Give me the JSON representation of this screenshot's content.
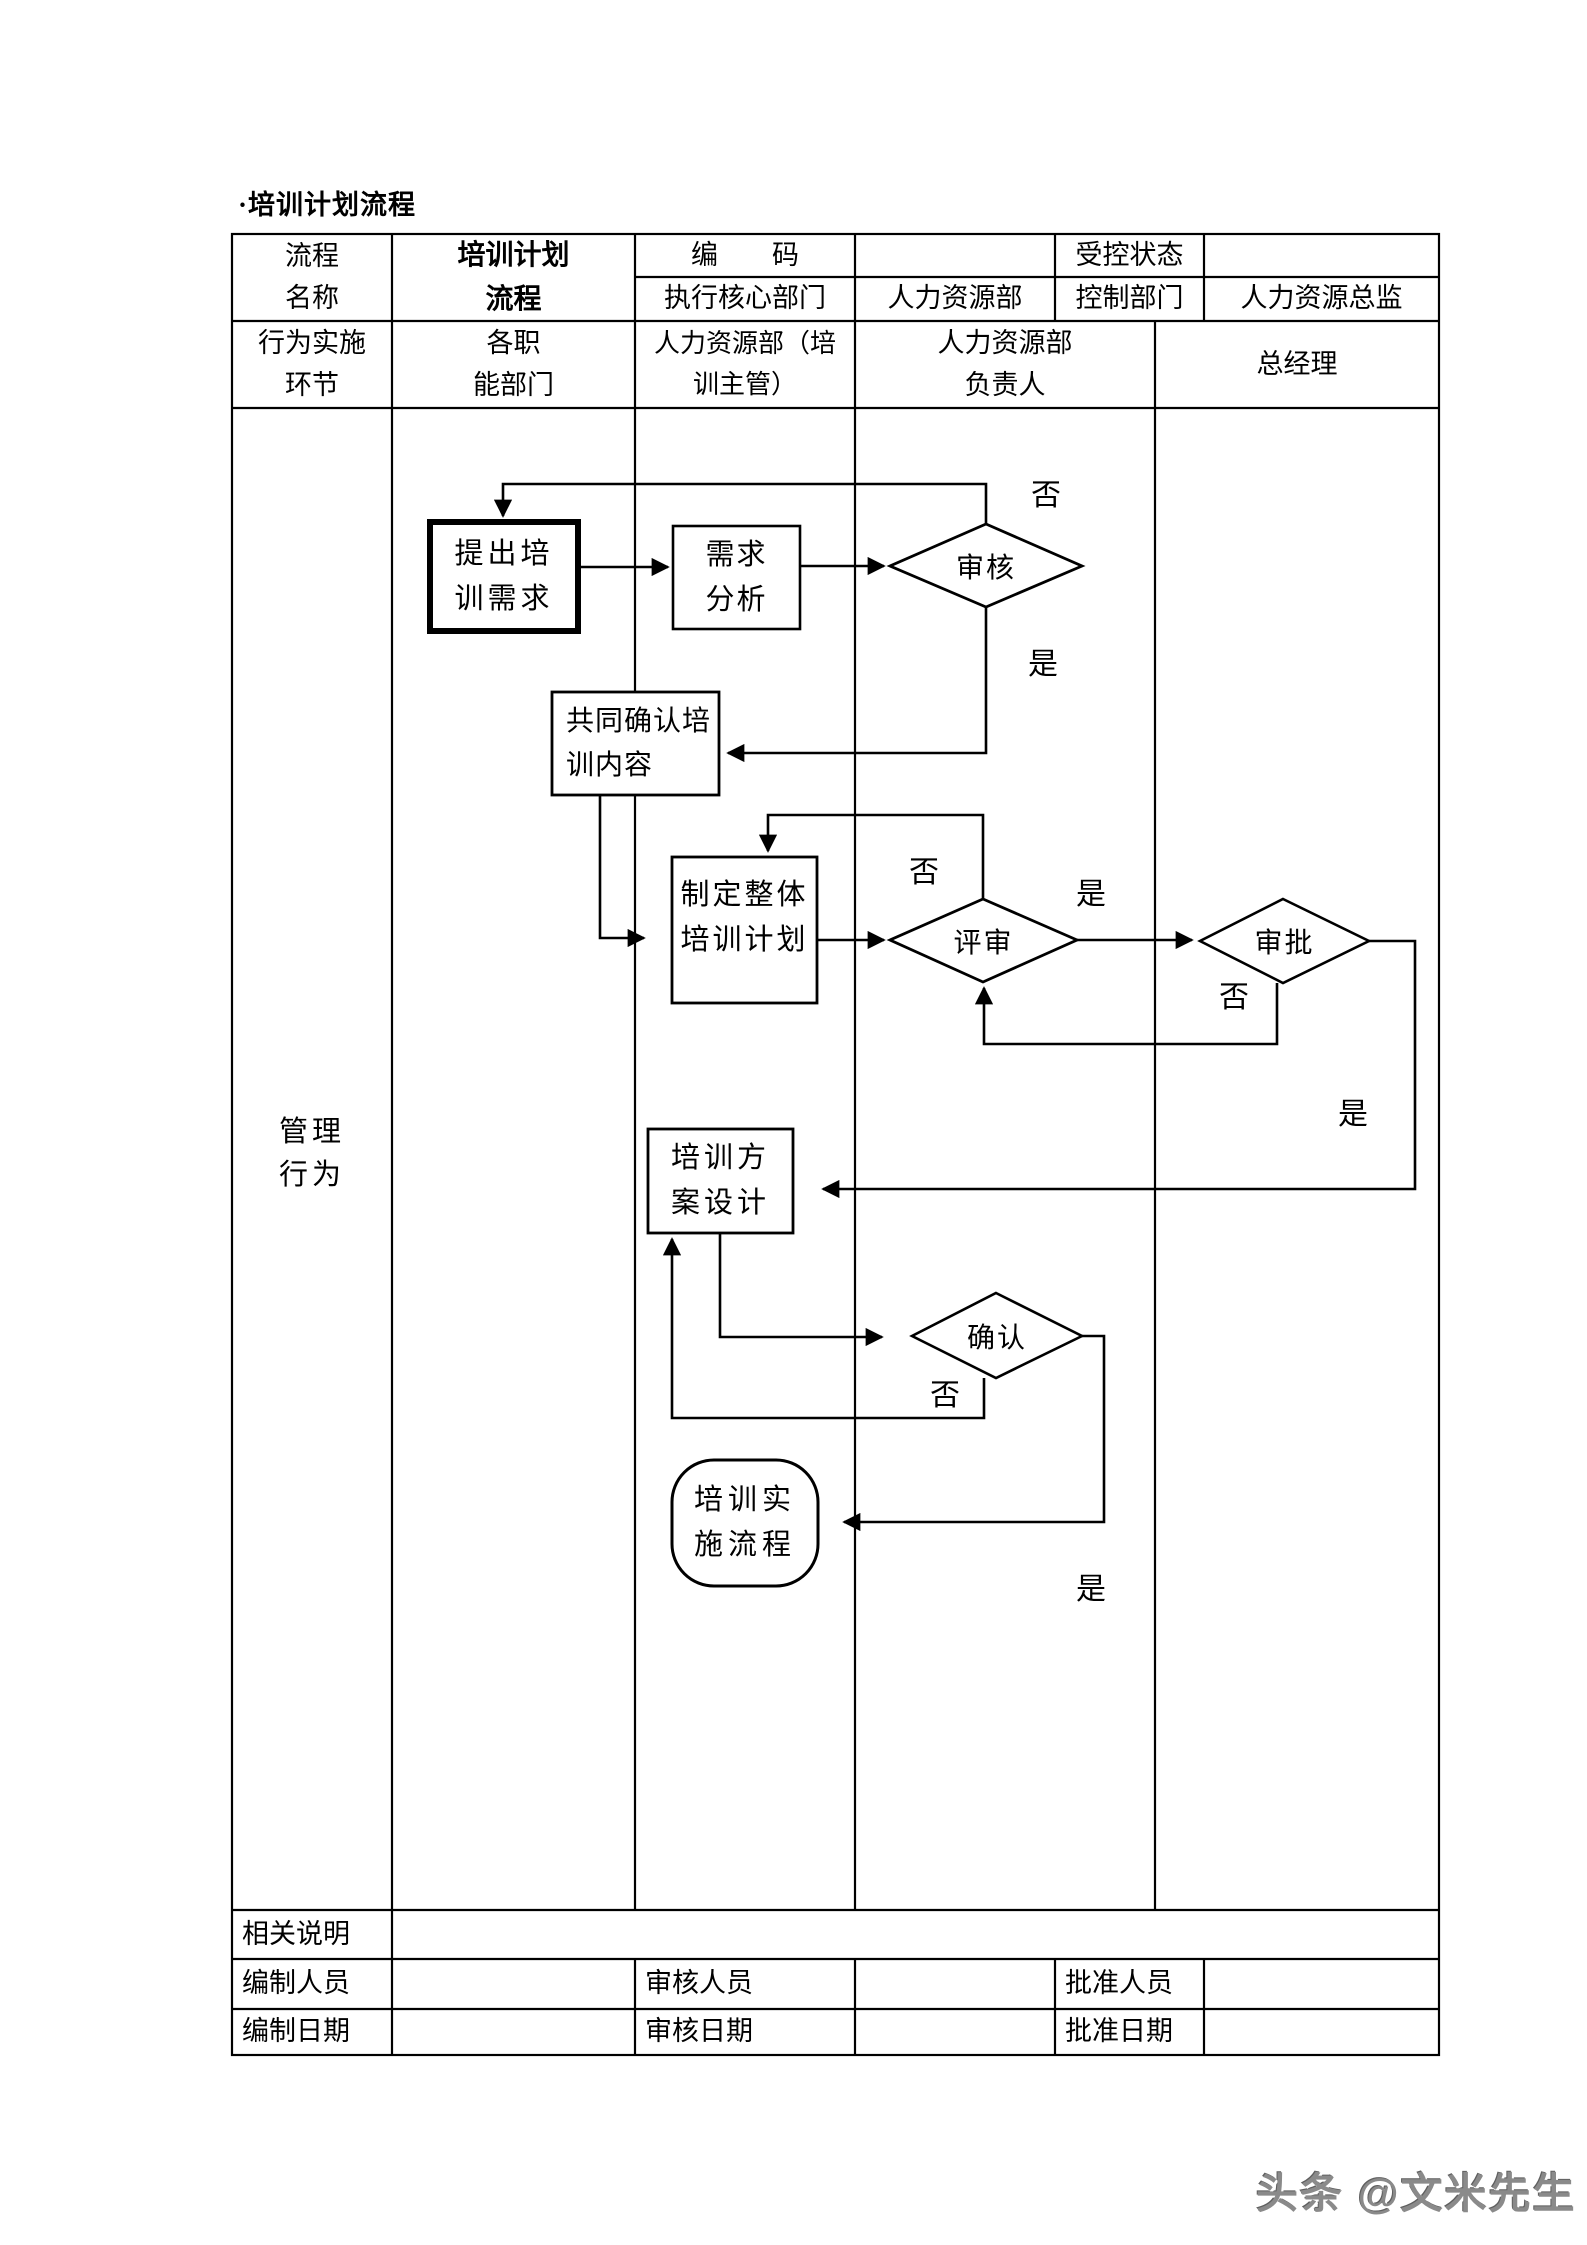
{
  "title": "·培训计划流程",
  "table": {
    "process_name_label": "流程\n名称",
    "process_name_value": "培训计划\n流程",
    "code_label": "编　　码",
    "controlled_label": "受控状态",
    "exec_dept_label": "执行核心部门",
    "exec_dept_value": "人力资源部",
    "control_dept_label": "控制部门",
    "control_dept_value": "人力资源总监",
    "lane_header_label": "行为实施\n环节",
    "lane_dept": "各职\n能部门",
    "lane_hr_supervisor": "人力资源部（培\n训主管）",
    "lane_hr_head": "人力资源部\n负责人",
    "lane_gm": "总经理",
    "flow_row_label": "管理\n行为",
    "notes_label": "相关说明",
    "maker_label": "编制人员",
    "reviewer_label": "审核人员",
    "approver_label": "批准人员",
    "make_date_label": "编制日期",
    "review_date_label": "审核日期",
    "approve_date_label": "批准日期"
  },
  "flowchart": {
    "nodes": {
      "propose": "提出培\n训需求",
      "analysis": "需求\n分析",
      "review": "审核",
      "confirm_content": "共同确认培\n训内容",
      "overall_plan": "制定整体\n培训计划",
      "evaluate": "评审",
      "approve": "审批",
      "design": "培训方\n案设计",
      "confirm": "确认",
      "implement": "培训实\n施流程"
    },
    "labels": {
      "yes": "是",
      "no": "否"
    }
  },
  "watermark": "头条 @文米先生",
  "colors": {
    "line": "#000000",
    "text": "#000000",
    "watermark": "#8a8a8a"
  }
}
